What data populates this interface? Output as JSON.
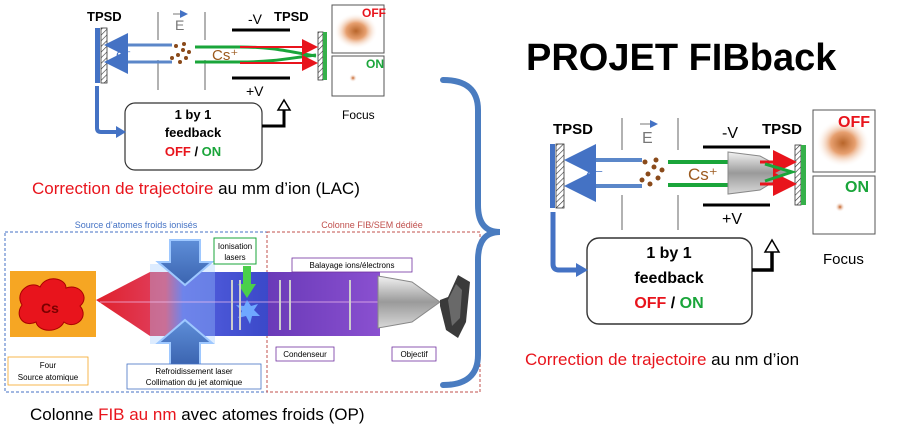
{
  "project_title": "PROJET FIBback",
  "small_setup": {
    "tpsd_left": "TPSD",
    "tpsd_right": "TPSD",
    "e_field": "E",
    "minus_v": "-V",
    "plus_v": "+V",
    "electron": "e⁻",
    "cesium": "Cs⁺",
    "off": "OFF",
    "on": "ON",
    "focus": "Focus",
    "feedback_line1": "1 by 1",
    "feedback_line2": "feedback",
    "feedback_off": "OFF",
    "feedback_sep": " / ",
    "feedback_on": "ON"
  },
  "large_setup": {
    "tpsd_left": "TPSD",
    "tpsd_right": "TPSD",
    "e_field": "E",
    "minus_v": "-V",
    "plus_v": "+V",
    "electron": "e⁻",
    "cesium": "Cs⁺",
    "off": "OFF",
    "on": "ON",
    "focus": "Focus",
    "feedback_line1": "1 by 1",
    "feedback_line2": "feedback",
    "feedback_off": "OFF",
    "feedback_sep": " / ",
    "feedback_on": "ON"
  },
  "caption_lac": {
    "red": "Correction de trajectoire",
    "black": " au mm d’ion (LAC)"
  },
  "caption_nm": {
    "red": "Correction de trajectoire",
    "black": " au nm d’ion"
  },
  "caption_op": {
    "black1": "Colonne ",
    "red": "FIB au nm",
    "black2": " avec atomes froids (OP)"
  },
  "fib": {
    "source_title": "Source d’atomes froids ionisés",
    "column_title": "Colonne FIB/SEM dédiée",
    "cs": "Cs",
    "ionisation1": "Ionisation",
    "ionisation2": "lasers",
    "balayage": "Balayage ions/électrons",
    "four1": "Four",
    "four2": "Source atomique",
    "refroid1": "Refroidissement laser",
    "refroid2": "Collimation du jet atomique",
    "condenseur": "Condenseur",
    "objectif": "Objectif"
  },
  "colors": {
    "red": "#e8141c",
    "green": "#1aa53a",
    "blue": "#4472c4",
    "brace": "#4a7cc0"
  }
}
